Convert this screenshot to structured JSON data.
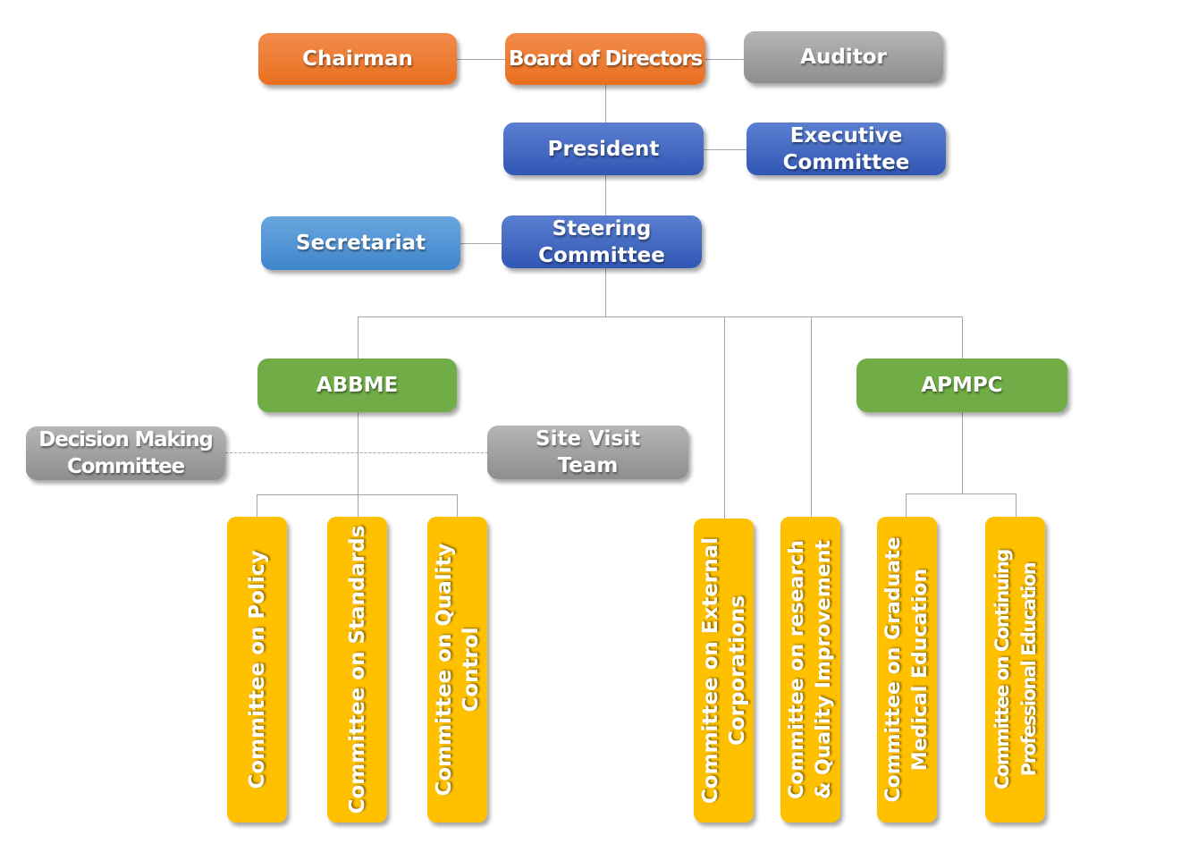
{
  "chart": {
    "title": "",
    "nodes": {
      "chairman": "Chairman",
      "board": "Board of Directors",
      "auditor": "Auditor",
      "president": "President",
      "executive": "Executive\nCommittee",
      "secretariat": "Secretariat",
      "steering": "Steering\nCommittee",
      "abbme": "ABBME",
      "apmpc": "APMPC",
      "decision": "Decision Making\nCommittee",
      "sitevisit": "Site Visit\nTeam",
      "policy": "Committee on Policy",
      "standards": "Committee on Standards",
      "quality": "Committee on Quality\nControl",
      "external": "Committee on External\nCorporations",
      "research": "Committee on research\n& Quality Improvement",
      "graduate": "Committee on Graduate\nMedical Education",
      "continuing": "Committee on Continuing\nProfessional Education"
    },
    "colors": {
      "executive_tier": "#ed7d31",
      "oversight": "#a5a5a5",
      "management": "#4472c4",
      "support": "#5b9bd5",
      "boards": "#70ad47",
      "committees": "#ffc000",
      "connector": "#a6a6a6"
    }
  }
}
